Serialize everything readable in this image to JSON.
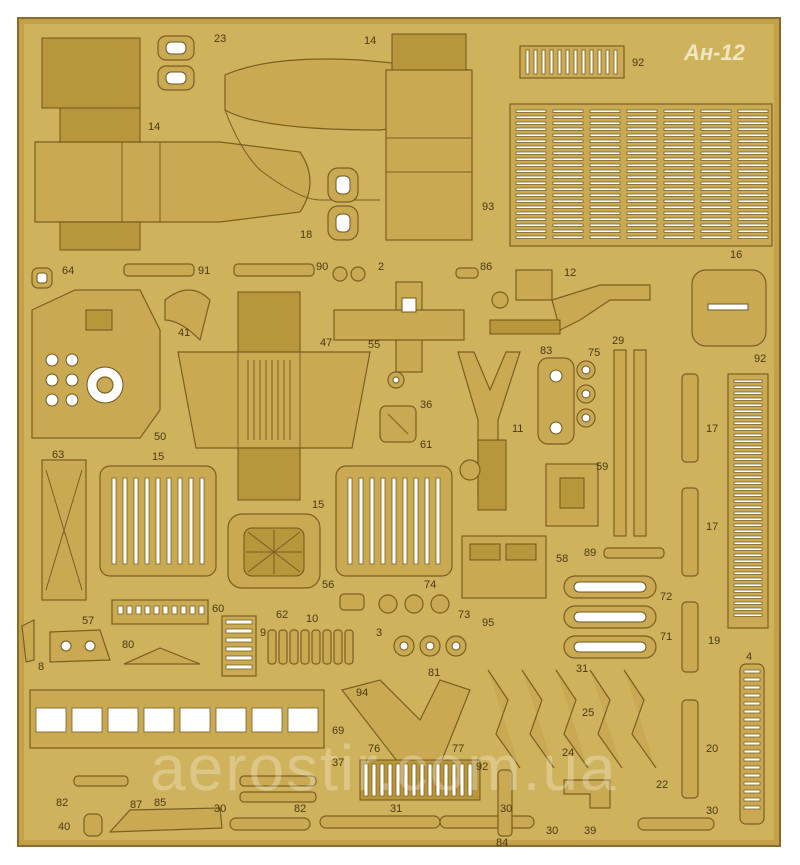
{
  "fret": {
    "title": "Ан-12",
    "watermark": "aerostir.com.ua",
    "colors": {
      "brass": "#c9aa52",
      "brass_dark": "#b8963c",
      "edge": "#7a5f22",
      "background": "#ffffff",
      "text": "#4a3a14"
    },
    "part_numbers": {
      "p23": "23",
      "p14a": "14",
      "p14b": "14",
      "p92a": "92",
      "p93": "93",
      "p18": "18",
      "p64": "64",
      "p91": "91",
      "p90": "90",
      "p2": "2",
      "p86": "86",
      "p12": "12",
      "p16": "16",
      "p41": "41",
      "p47": "47",
      "p55": "55",
      "p36": "36",
      "p83": "83",
      "p75": "75",
      "p29": "29",
      "p92b": "92",
      "p50": "50",
      "p63": "63",
      "p15a": "15",
      "p61": "61",
      "p11": "11",
      "p17a": "17",
      "p59": "59",
      "p17b": "17",
      "p15b": "15",
      "p58": "58",
      "p89": "89",
      "p56": "56",
      "p74": "74",
      "p60": "60",
      "p62": "62",
      "p10": "10",
      "p73": "73",
      "p95": "95",
      "p72": "72",
      "p57": "57",
      "p9": "9",
      "p3": "3",
      "p71": "71",
      "p19": "19",
      "p80": "80",
      "p8": "8",
      "p81": "81",
      "p31": "31",
      "p4": "4",
      "p94": "94",
      "p25": "25",
      "p69": "69",
      "p76": "76",
      "p77": "77",
      "p24": "24",
      "p20": "20",
      "p37": "37",
      "p92c": "92",
      "p22": "22",
      "p82a": "82",
      "p87": "87",
      "p85": "85",
      "p30a": "30",
      "p82b": "82",
      "p31b": "31",
      "p30b": "30",
      "p40": "40",
      "p84": "84",
      "p30c": "30",
      "p39": "39",
      "p30d": "30"
    }
  }
}
